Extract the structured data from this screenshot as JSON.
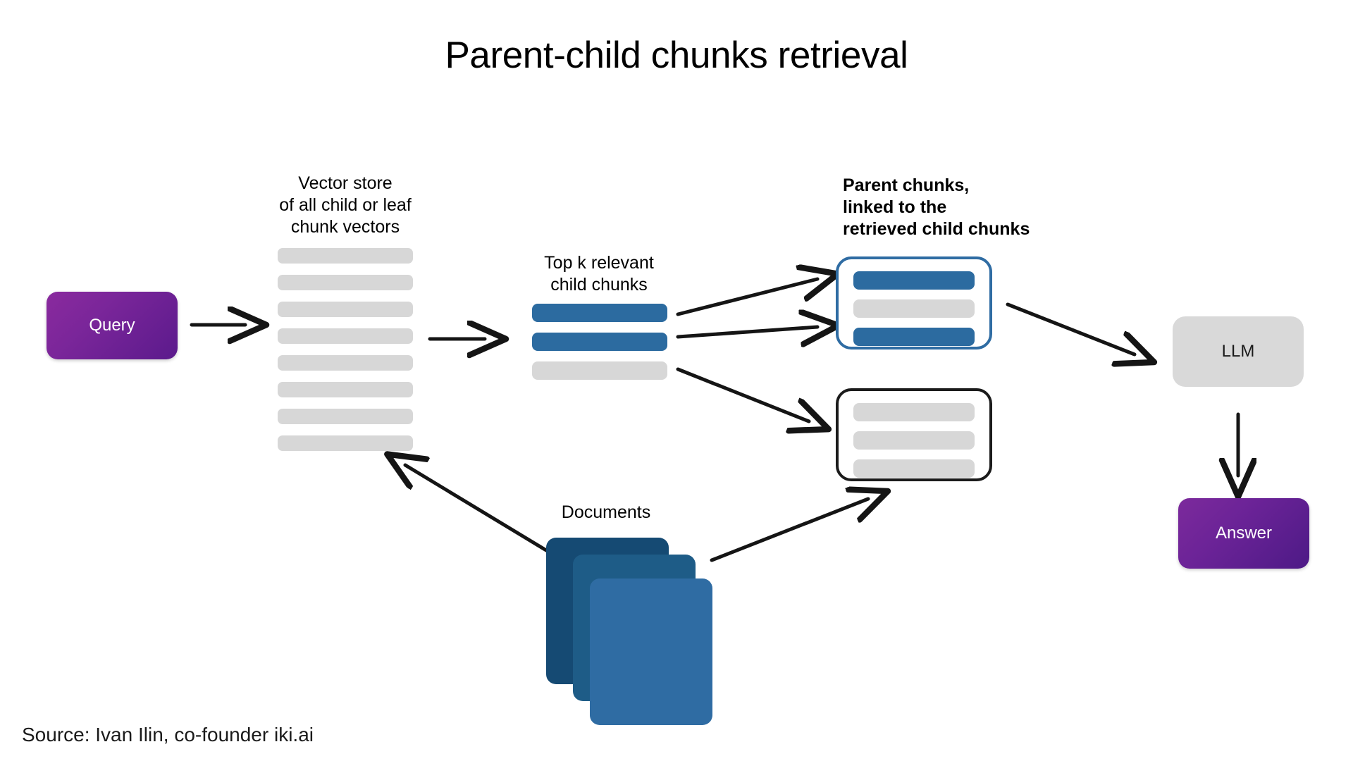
{
  "title": "Parent-child chunks retrieval",
  "source": "Source: Ivan Ilin, co-founder iki.ai",
  "nodes": {
    "query_label": "Query",
    "llm_label": "LLM",
    "answer_label": "Answer"
  },
  "captions": {
    "vector_store": "Vector store\nof all child or leaf\nchunk vectors",
    "topk": "Top k relevant\nchild chunks",
    "parent_chunks": "Parent chunks,\nlinked to the\nretrieved child chunks",
    "documents": "Documents"
  },
  "vector_store": {
    "bars": [
      {
        "color": "grey"
      },
      {
        "color": "grey"
      },
      {
        "color": "grey"
      },
      {
        "color": "grey"
      },
      {
        "color": "grey"
      },
      {
        "color": "grey"
      },
      {
        "color": "grey"
      },
      {
        "color": "grey"
      }
    ]
  },
  "topk_chunks": {
    "bars": [
      {
        "color": "blue"
      },
      {
        "color": "blue"
      },
      {
        "color": "grey"
      }
    ]
  },
  "parent_cards": [
    {
      "border": "blue",
      "bars": [
        {
          "color": "blue"
        },
        {
          "color": "grey"
        },
        {
          "color": "blue"
        }
      ]
    },
    {
      "border": "black",
      "bars": [
        {
          "color": "grey"
        },
        {
          "color": "grey"
        },
        {
          "color": "grey"
        }
      ]
    }
  ],
  "documents": {
    "sheets": [
      "back",
      "middle",
      "front"
    ]
  },
  "colors": {
    "accent_blue": "#2c6ba0",
    "dark_blue": "#154a73",
    "grey_bar": "#d7d7d7",
    "node_grey": "#d9d9d9",
    "purple_start": "#8a2a9e",
    "purple_end": "#4d1a86",
    "background": "#ffffff",
    "text": "#000000"
  },
  "arrows": [
    {
      "name": "query-to-vector-store"
    },
    {
      "name": "vector-store-to-topk"
    },
    {
      "name": "topk-to-parent-card-1-upper"
    },
    {
      "name": "topk-to-parent-card-1-lower"
    },
    {
      "name": "topk-to-parent-card-2"
    },
    {
      "name": "parent-card-1-to-llm"
    },
    {
      "name": "llm-to-answer"
    },
    {
      "name": "documents-to-vector-store"
    },
    {
      "name": "documents-to-parent-card-2"
    }
  ]
}
